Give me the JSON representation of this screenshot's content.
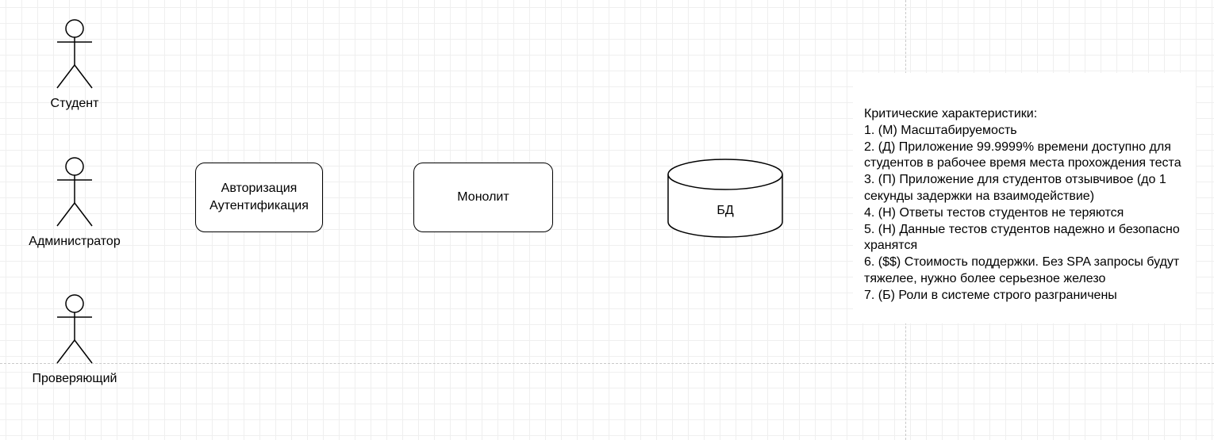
{
  "actors": [
    {
      "id": "student",
      "label": "Студент"
    },
    {
      "id": "admin",
      "label": "Администратор"
    },
    {
      "id": "reviewer",
      "label": "Проверяющий"
    }
  ],
  "auth_box": {
    "line1": "Авторизация",
    "line2": "Аутентификация"
  },
  "monolith_box": {
    "label": "Монолит"
  },
  "database": {
    "label": "БД"
  },
  "requirements": {
    "title": "Критические характеристики:",
    "items": [
      "1. (М) Масштабируемость",
      "2. (Д) Приложение 99.9999% времени доступно для студентов в рабочее время места прохождения теста",
      "3. (П) Приложение для студентов отзывчивое (до 1 секунды задержки на взаимодействие)",
      "4. (Н) Ответы тестов студентов не теряются",
      "5. (Н) Данные тестов студентов надежно и безопасно хранятся",
      "6. ($$) Стоимость поддержки. Без SPA запросы будут тяжелее, нужно более серьезное железо",
      "7. (Б) Роли в системе строго разграничены"
    ]
  }
}
